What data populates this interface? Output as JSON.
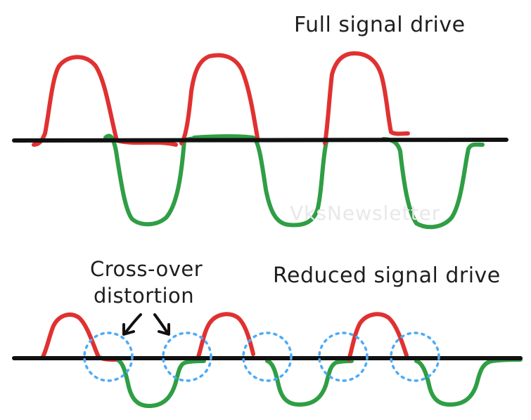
{
  "labels": {
    "full_drive": "Full signal drive",
    "reduced_drive": "Reduced signal drive",
    "crossover_line1": "Cross-over",
    "crossover_line2": "distortion",
    "watermark": "VksNewsletter"
  },
  "colors": {
    "positive_half": "#e03131",
    "negative_half": "#2f9e44",
    "axis": "#111111",
    "distortion_marker": "#4dabf7",
    "text": "#1e1e1e"
  }
}
